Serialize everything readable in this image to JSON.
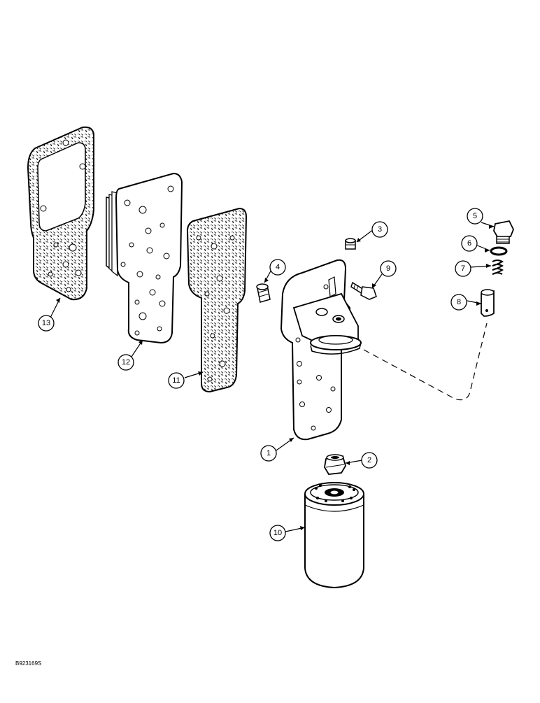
{
  "drawing_id": "B923169S",
  "callouts": [
    {
      "number": "1",
      "part": "oil filter head"
    },
    {
      "number": "2",
      "part": "nipple"
    },
    {
      "number": "3",
      "part": "plug"
    },
    {
      "number": "4",
      "part": "plug"
    },
    {
      "number": "5",
      "part": "plug"
    },
    {
      "number": "6",
      "part": "o-ring"
    },
    {
      "number": "7",
      "part": "spring"
    },
    {
      "number": "8",
      "part": "valve"
    },
    {
      "number": "9",
      "part": "bolt"
    },
    {
      "number": "10",
      "part": "oil filter"
    },
    {
      "number": "11",
      "part": "gasket"
    },
    {
      "number": "12",
      "part": "oil cooler"
    },
    {
      "number": "13",
      "part": "gasket"
    }
  ]
}
